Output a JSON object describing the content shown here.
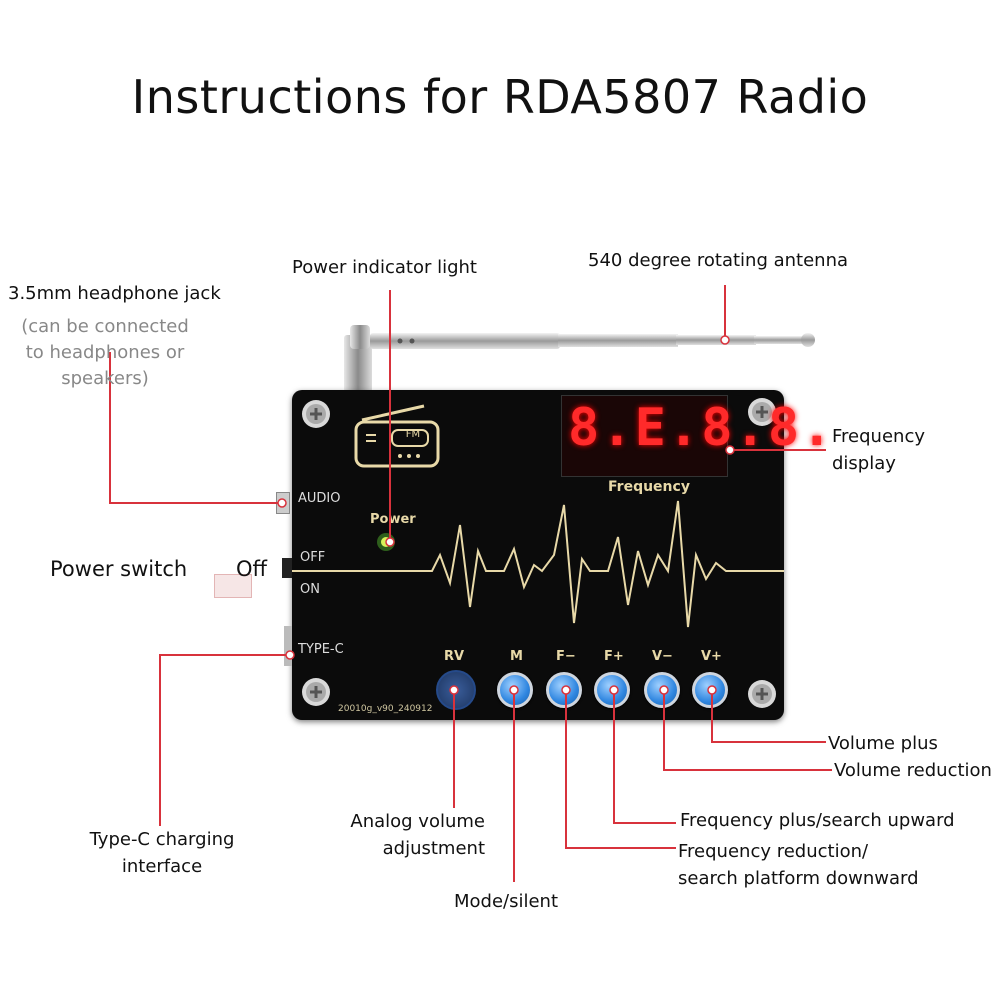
{
  "title": "Instructions for RDA5807 Radio",
  "labels": {
    "headphone_jack": "3.5mm headphone jack",
    "headphone_note": [
      "(can be connected",
      "to headphones or",
      "speakers)"
    ],
    "power_indicator": "Power indicator light",
    "antenna": "540 degree rotating antenna",
    "frequency_display": [
      "Frequency",
      "display"
    ],
    "power_switch": "Power switch",
    "off": "Off",
    "type_c": [
      "Type-C charging",
      "interface"
    ],
    "analog_volume": [
      "Analog volume",
      "adjustment"
    ],
    "mode_silent": "Mode/silent",
    "volume_plus": "Volume plus",
    "volume_reduction": "Volume reduction",
    "freq_plus": "Frequency plus/search upward",
    "freq_reduction": [
      "Frequency reduction/",
      "search platform downward"
    ]
  },
  "board": {
    "audio": "AUDIO",
    "off": "OFF",
    "on": "ON",
    "type_c": "TYPE-C",
    "power": "Power",
    "frequency": "Frequency",
    "fm": "FM",
    "display_digits": "8.E.8.8.",
    "model": "20010g_v90_240912",
    "buttons": [
      "RV",
      "M",
      "F−",
      "F+",
      "V−",
      "V+"
    ]
  },
  "colors": {
    "leader": "#d8323c",
    "board": "#0b0b0b",
    "silk": "#e8d9a8",
    "button": "#2f86e0",
    "segment": "#ff2a2a"
  }
}
